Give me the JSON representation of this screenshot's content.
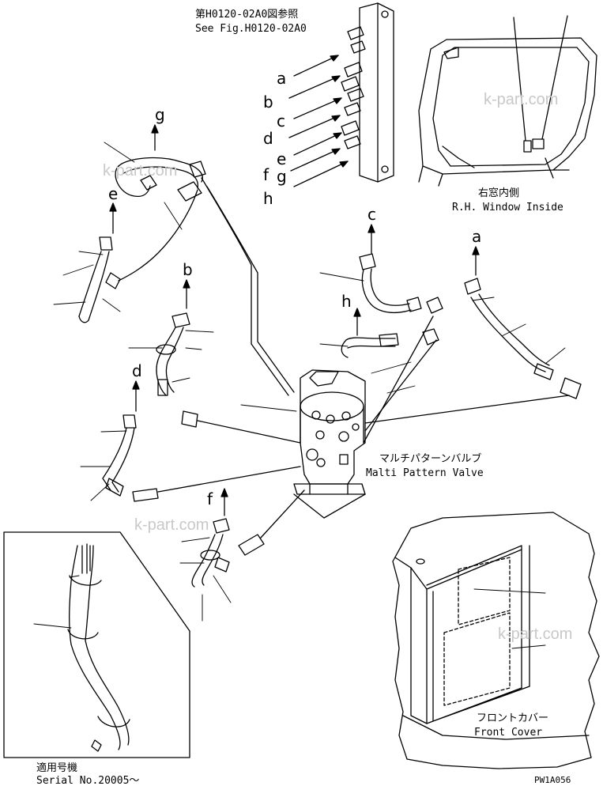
{
  "reference": {
    "jp": "第H0120-02A0図参照",
    "en": "See Fig.H0120-02A0"
  },
  "port_letters": [
    "a",
    "b",
    "c",
    "d",
    "e",
    "f",
    "g",
    "h"
  ],
  "hose_letters": {
    "g": "g",
    "e": "e",
    "b": "b",
    "d": "d",
    "c": "c",
    "h": "h",
    "a": "a",
    "f": "f"
  },
  "window": {
    "jp": "右窓内側",
    "en": "R.H. Window Inside"
  },
  "valve": {
    "jp": "マルチパターンバルブ",
    "en": "Malti Pattern Valve"
  },
  "cover": {
    "jp": "フロントカバー",
    "en": "Front Cover"
  },
  "serial": {
    "jp": "適用号機",
    "en": "Serial No.20005～"
  },
  "watermarks": [
    "k-part.com",
    "k-part.com",
    "k-part.com",
    "k-part.com"
  ],
  "drawing_code": "PW1A056"
}
